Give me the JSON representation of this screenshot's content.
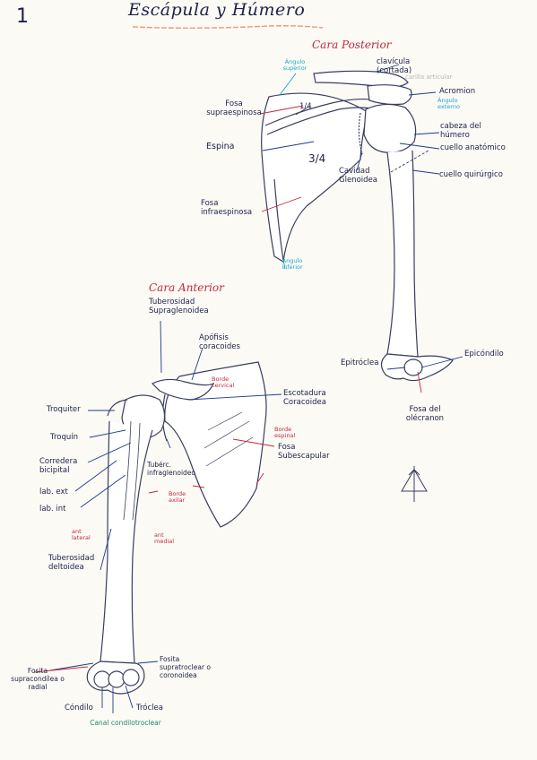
{
  "page_number": "1",
  "title": "Escápula  y  Húmero",
  "posterior": {
    "heading": "Cara Posterior",
    "labels": {
      "angulo_superior": "Ángulo superior",
      "clavicula": "clavícula",
      "cortada": "(cortada)",
      "carilla": "carilla articular",
      "acromion": "Acromion",
      "angulo_externo": "Ángulo externo",
      "fosa_supraespinosa": "Fosa supraespinosa",
      "espina": "Espina",
      "cabeza_humero": "cabeza del húmero",
      "cuello_anatomico": "cuello anatómico",
      "cavidad_glenoidea": "Cavidad Glenoidea",
      "cuello_quirurgico": "cuello quirúrgico",
      "fosa_infraespinosa": "Fosa infraespinosa",
      "angulo_inferior": "Ángulo inferior",
      "frac_1_4": "1/4",
      "frac_3_4": "3/4",
      "epitroclea": "Epitróclea",
      "epicondilo": "Epicóndilo",
      "fosa_olecranon": "Fosa del olécranon"
    }
  },
  "anterior": {
    "heading": "Cara Anterior",
    "labels": {
      "tuberosidad_supraglenoidea": "Tuberosidad Supraglenoidea",
      "apofisis_coracoides": "Apófisis coracoides",
      "borde_cervical": "Borde cervical",
      "escotadura_coracoidea": "Escotadura Coracoidea",
      "troquiter": "Troquiter",
      "troquin": "Troquín",
      "corredera_bicipital": "Corredera bicipital",
      "lab_ext": "lab. ext",
      "lab_int": "lab. int",
      "fosa_subescapular": "Fosa Subescapular",
      "borde_espinal": "Borde espinal",
      "tuberosidad_infraglenoidea": "Tubérc. infraglenoideo",
      "borde_axilar": "Borde axilar",
      "ant_lateral": "ant lateral",
      "ant_medial": "ant medial",
      "tuberosidad_deltoidea": "Tuberosidad deltoidea",
      "fosita_supracondilea": "Fosita supracondílea o radial",
      "fosita_supratroclear": "Fosita supratroclear o coronoidea",
      "condilo": "Cóndilo",
      "troclea": "Tróclea",
      "canal_condilotroclear": "Canal condilotroclear"
    }
  }
}
